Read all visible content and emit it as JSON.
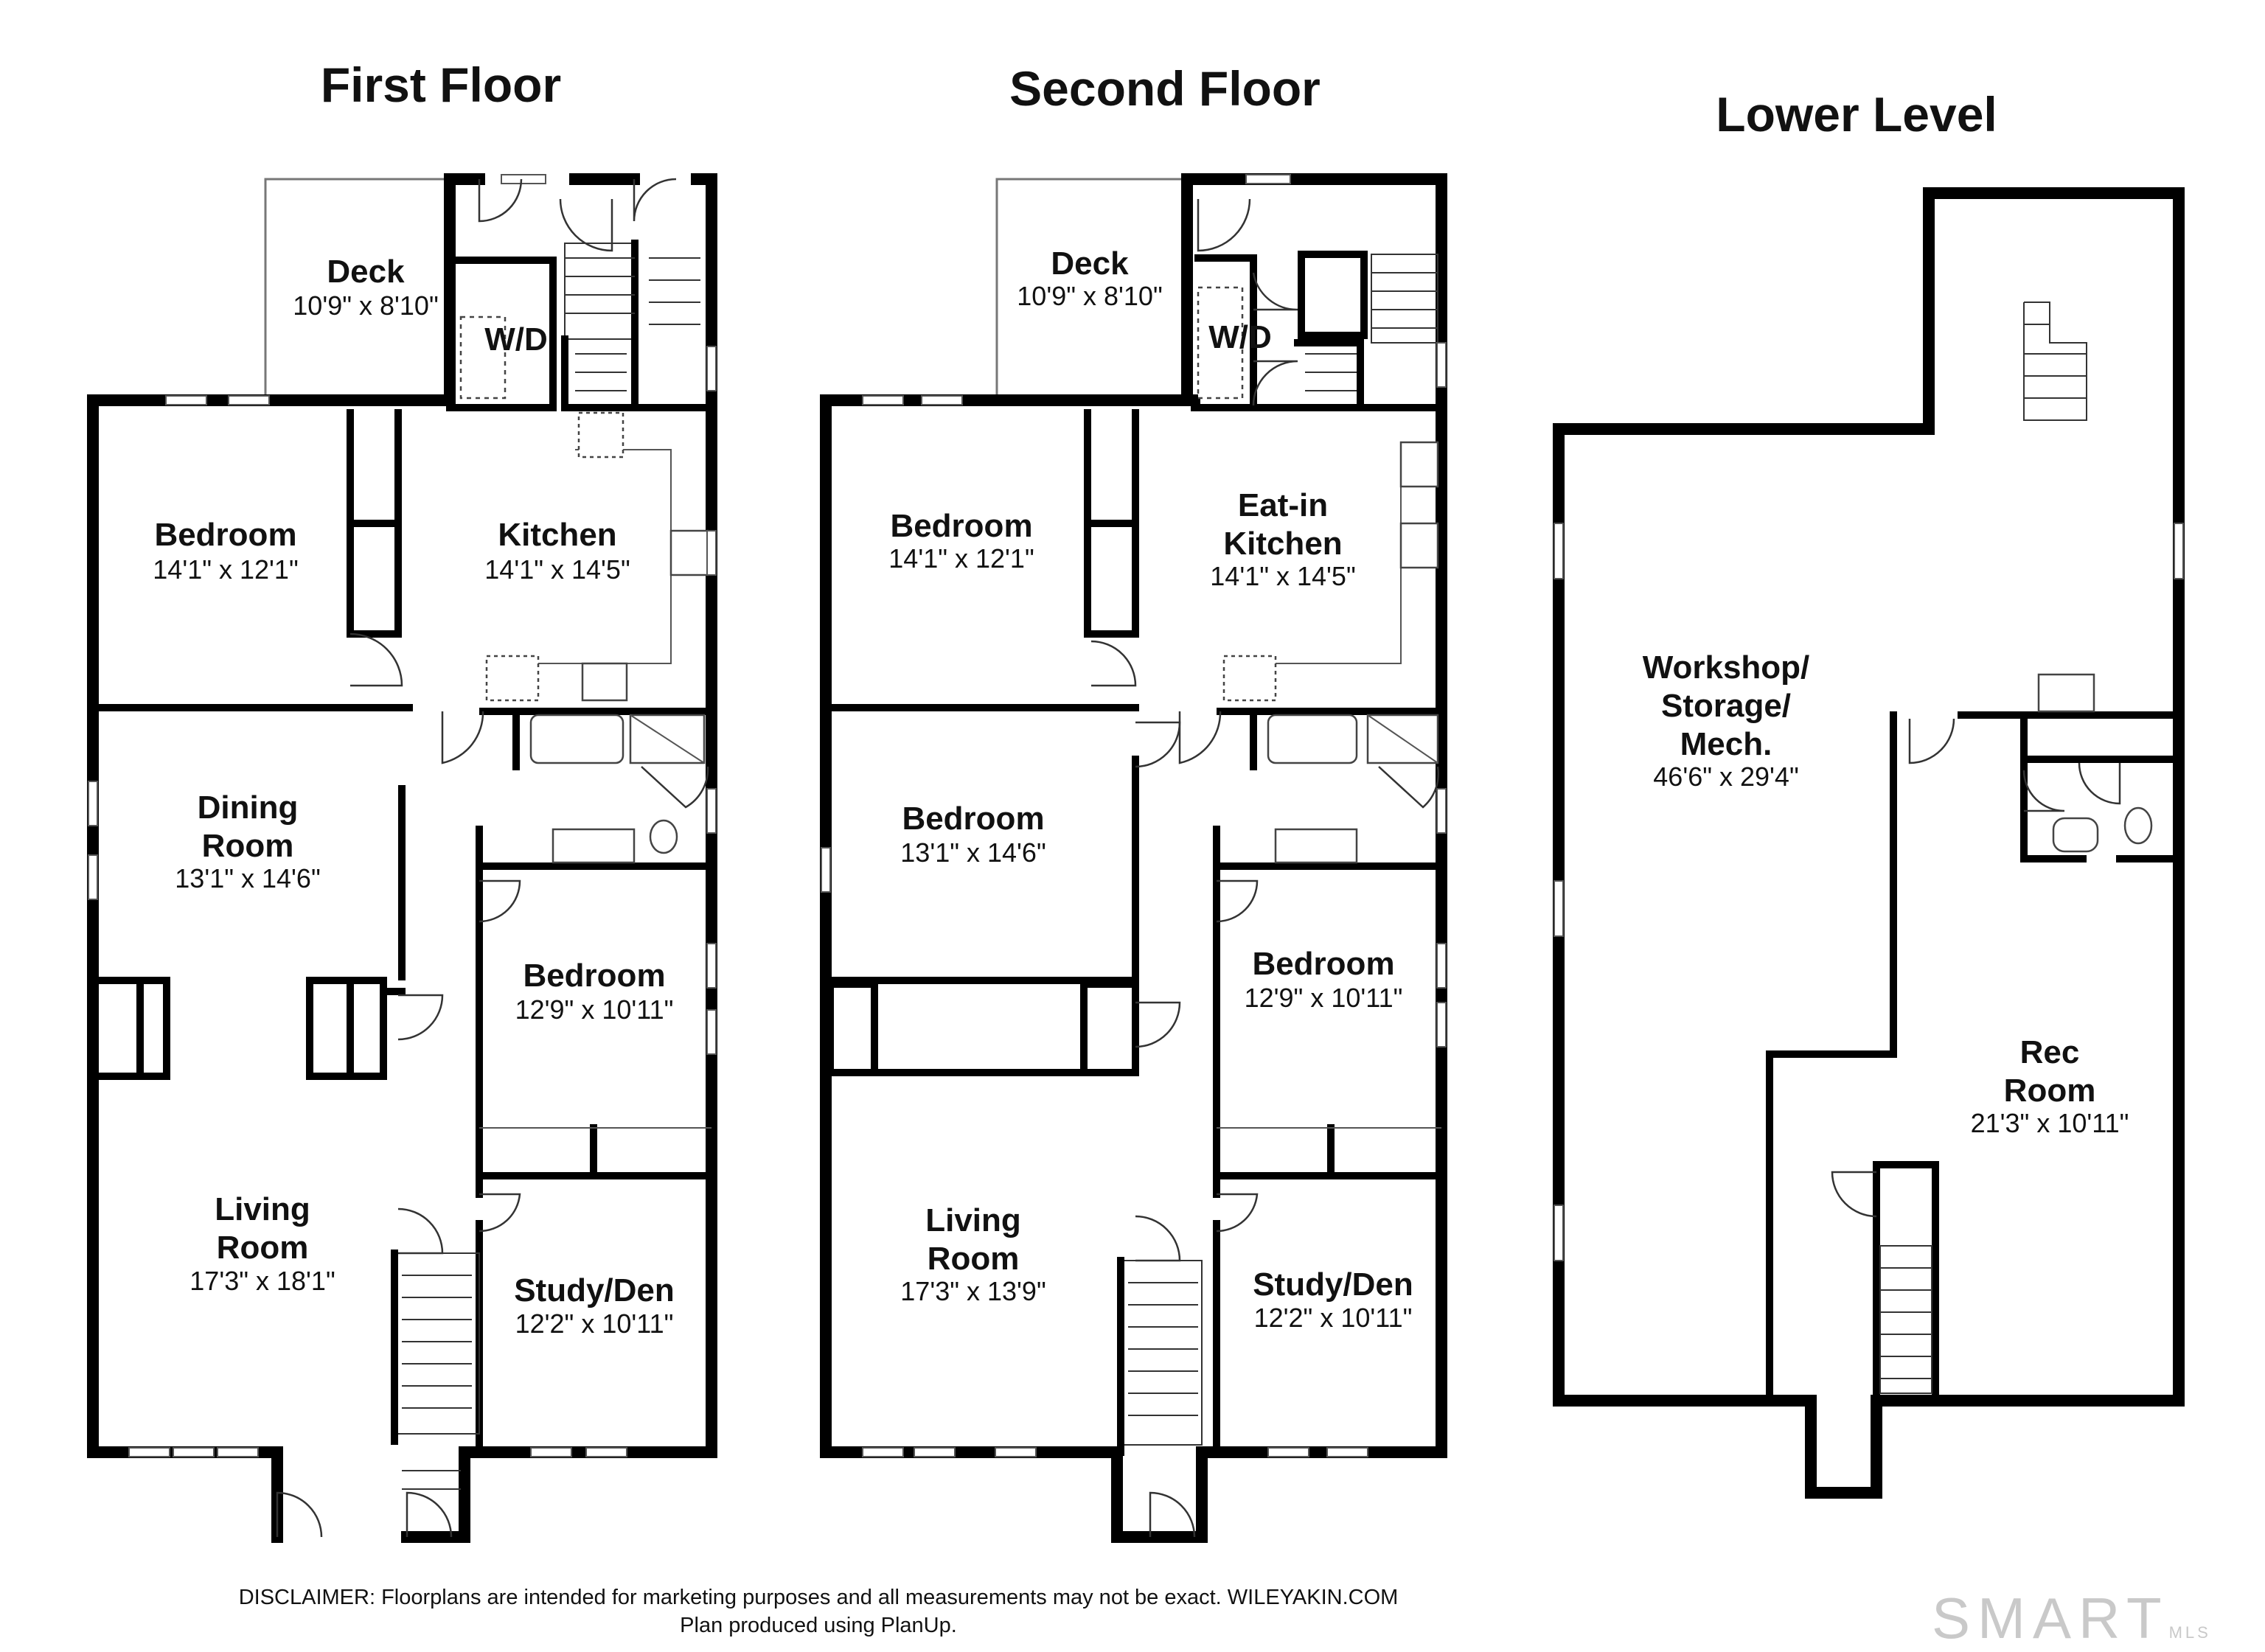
{
  "floors": [
    {
      "title": "First Floor",
      "rooms": [
        {
          "name": "Deck",
          "dims": "10'9\" x 8'10\""
        },
        {
          "name": "W/D",
          "dims": ""
        },
        {
          "name": "Bedroom",
          "dims": "14'1\" x 12'1\""
        },
        {
          "name": "Kitchen",
          "dims": "14'1\" x 14'5\""
        },
        {
          "name": "Dining Room",
          "dims": "13'1\" x 14'6\""
        },
        {
          "name": "Bedroom",
          "dims": "12'9\" x 10'11\""
        },
        {
          "name": "Living Room",
          "dims": "17'3\" x 18'1\""
        },
        {
          "name": "Study/Den",
          "dims": "12'2\" x 10'11\""
        }
      ]
    },
    {
      "title": "Second Floor",
      "rooms": [
        {
          "name": "Deck",
          "dims": "10'9\" x 8'10\""
        },
        {
          "name": "W/D",
          "dims": ""
        },
        {
          "name": "Bedroom",
          "dims": "14'1\" x 12'1\""
        },
        {
          "name": "Eat-in Kitchen",
          "dims": "14'1\" x 14'5\""
        },
        {
          "name": "Bedroom",
          "dims": "13'1\" x 14'6\""
        },
        {
          "name": "Bedroom",
          "dims": "12'9\" x 10'11\""
        },
        {
          "name": "Living Room",
          "dims": "17'3\" x 13'9\""
        },
        {
          "name": "Study/Den",
          "dims": "12'2\" x 10'11\""
        }
      ]
    },
    {
      "title": "Lower Level",
      "rooms": [
        {
          "name": "Workshop/ Storage/ Mech.",
          "dims": "46'6\" x 29'4\""
        },
        {
          "name": "Rec Room",
          "dims": "21'3\" x 10'11\""
        }
      ]
    }
  ],
  "disclaimer": {
    "line1": "DISCLAIMER: Floorplans are intended for marketing purposes and all measurements may not be exact. WILEYAKIN.COM",
    "line2": "Plan produced using PlanUp."
  },
  "watermark": {
    "text": "SMART",
    "suffix": "MLS"
  }
}
